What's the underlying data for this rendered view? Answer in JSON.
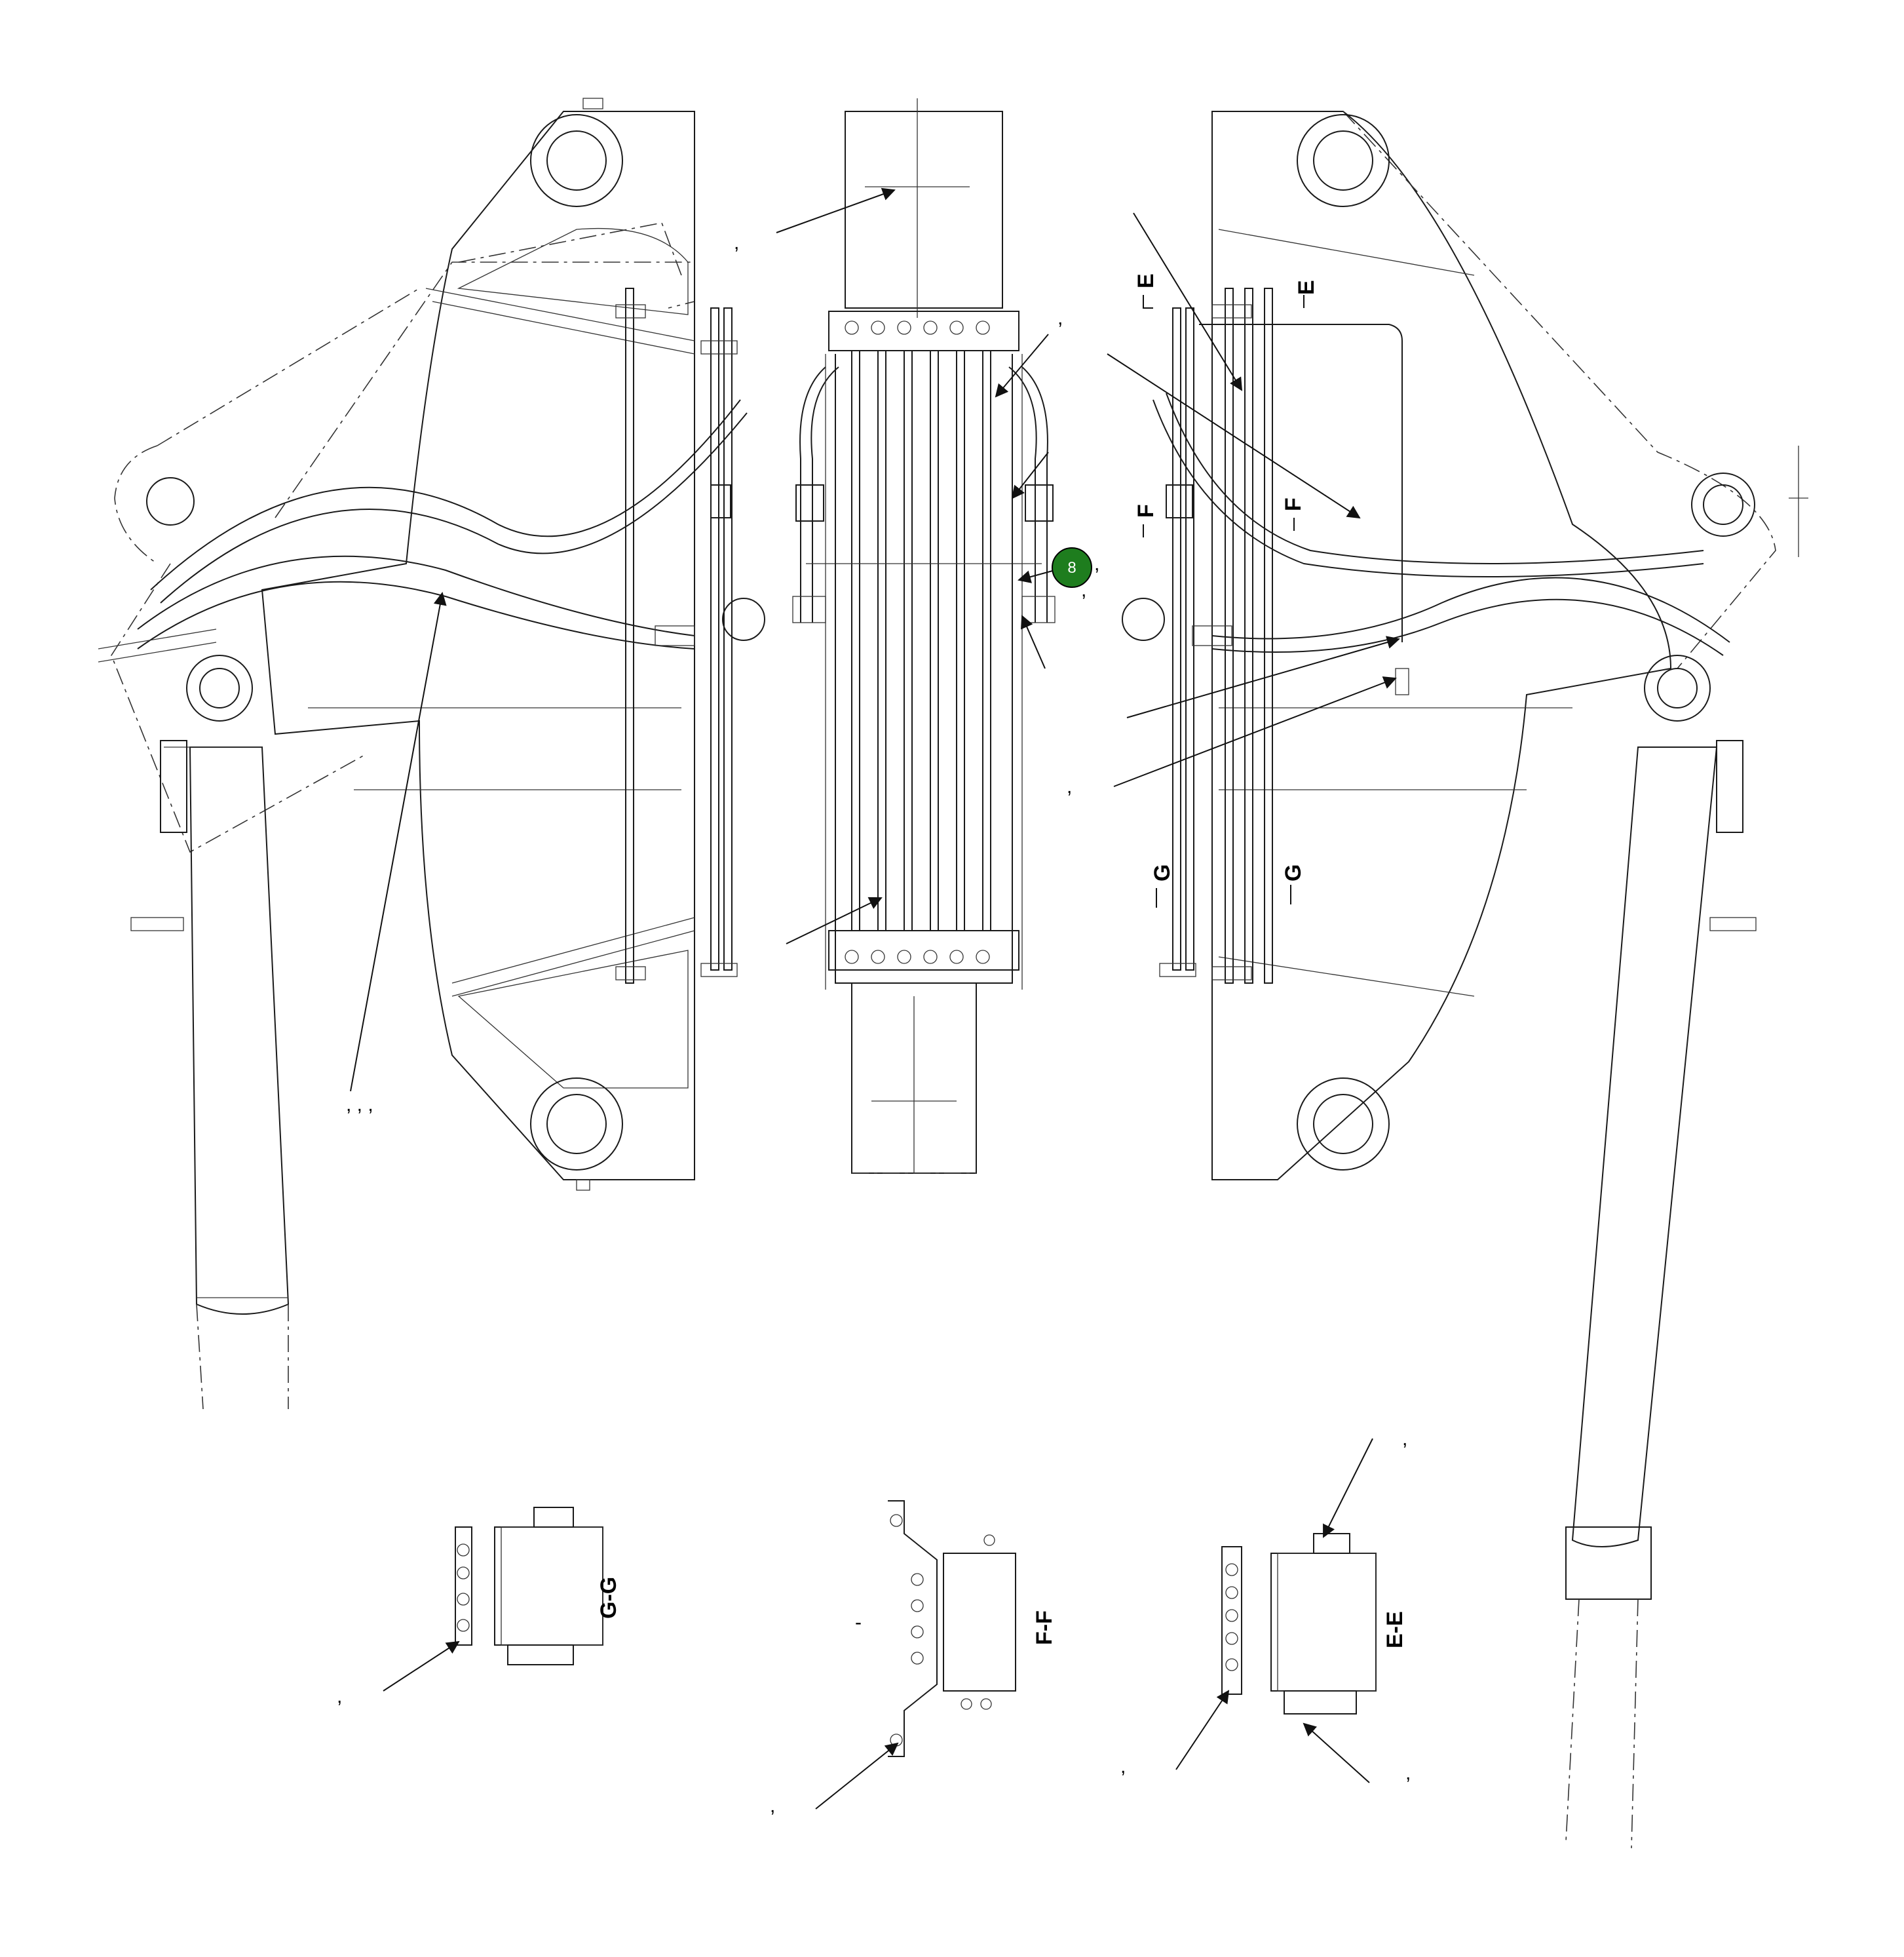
{
  "callout": {
    "number": "8",
    "color": "#1e7d1e"
  },
  "sections": {
    "gg": "G-G",
    "ff": "F-F",
    "ee": "E-E",
    "e_mark": "E",
    "f_mark": "F",
    "g_mark": "G"
  },
  "tags": {
    "comma": ",",
    "triple": ", , ,",
    "dash": "-"
  }
}
